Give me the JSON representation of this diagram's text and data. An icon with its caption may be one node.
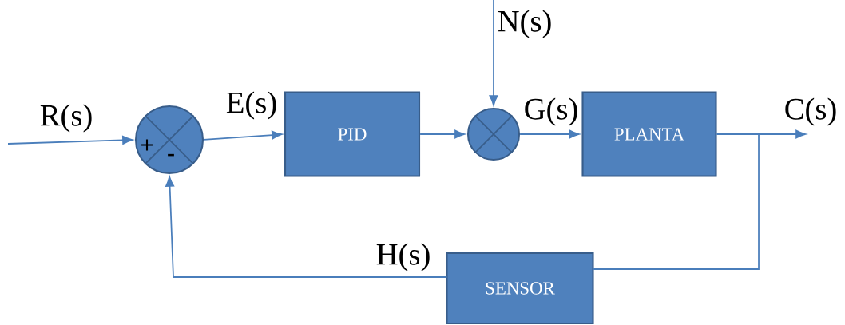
{
  "diagram": {
    "nodes": [
      {
        "text": [
          "+",
          "-"
        ]
      },
      {
        "text": [
          "PID"
        ]
      },
      {
        "text": [],
        "shape": "circle"
      },
      {
        "text": [
          "PLANTA"
        ]
      },
      {
        "text": [
          "SENSOR"
        ]
      }
    ],
    "edges": [
      {
        "from": null,
        "to": 0,
        "arrow": "to",
        "label": "R(s)"
      },
      {
        "from": 0,
        "to": 1,
        "arrow": "to",
        "label": "E(s)"
      },
      {
        "from": 1,
        "to": 2,
        "arrow": "to"
      },
      {
        "from": null,
        "to": 2,
        "arrow": "to",
        "label": "N(s)"
      },
      {
        "from": 2,
        "to": 3,
        "arrow": "to",
        "label": "G(s)"
      },
      {
        "from": 3,
        "to": null,
        "arrow": "to",
        "label": "C(s)"
      },
      {
        "from": 3,
        "to": 4,
        "arrow": "none"
      },
      {
        "from": 4,
        "to": 0,
        "arrow": "to",
        "label": "H(s)"
      }
    ]
  }
}
